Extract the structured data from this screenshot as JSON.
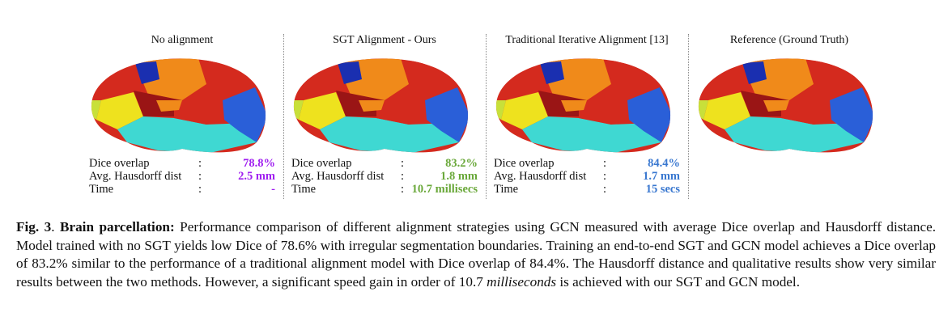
{
  "panels": [
    {
      "title": "No alignment",
      "value_color": "#a020f0",
      "stats": [
        {
          "label": "Dice overlap",
          "colon": ":",
          "value": "78.8%"
        },
        {
          "label": "Avg. Hausdorff dist",
          "colon": ":",
          "value": "2.5 mm"
        },
        {
          "label": "Time",
          "colon": ":",
          "value": "-"
        }
      ]
    },
    {
      "title": "SGT Alignment - Ours",
      "value_color": "#6aa83a",
      "stats": [
        {
          "label": "Dice overlap",
          "colon": ":",
          "value": "83.2%"
        },
        {
          "label": "Avg. Hausdorff dist",
          "colon": ":",
          "value": "1.8 mm"
        },
        {
          "label": "Time",
          "colon": ":",
          "value": "10.7 millisecs"
        }
      ]
    },
    {
      "title": "Traditional Iterative Alignment [13]",
      "value_color": "#3a78d0",
      "stats": [
        {
          "label": "Dice overlap",
          "colon": ":",
          "value": "84.4%"
        },
        {
          "label": "Avg. Hausdorff dist",
          "colon": ":",
          "value": "1.7 mm"
        },
        {
          "label": "Time",
          "colon": ":",
          "value": "15 secs"
        }
      ]
    },
    {
      "title": "Reference (Ground Truth)",
      "value_color": "#111111",
      "stats": []
    }
  ],
  "caption": {
    "fig_label": "Fig. 3",
    "sep": ". ",
    "heading": "Brain parcellation:",
    "body_1": " Performance comparison of different alignment strategies using GCN measured with average Dice overlap and Hausdorff distance. Model trained with no SGT yields low Dice of 78.6% with irregular segmentation boundaries. Training an end-to-end SGT and GCN model achieves a Dice overlap of 83.2% similar to the performance of a traditional alignment model with Dice overlap of 84.4%. The Hausdorff distance and qualitative results show very similar results between the two methods. However, a significant speed gain in order of 10.7 ",
    "italic": "milliseconds",
    "body_2": " is achieved with our SGT and GCN model."
  },
  "colors": {
    "red": "#d42a1e",
    "orange": "#f08a1a",
    "yellow": "#eee21e",
    "lime": "#c8e03a",
    "cyan": "#3fd8d2",
    "blue": "#2a5fd8",
    "navy": "#1a2fb0",
    "darkred": "#9a1515"
  }
}
